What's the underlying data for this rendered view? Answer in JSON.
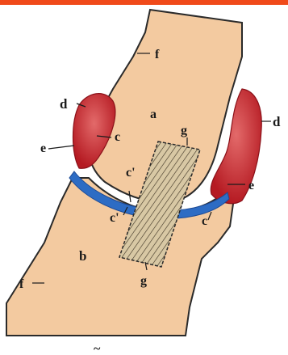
{
  "figure": {
    "accent_color": "#f04a1a",
    "colors": {
      "bone": "#f3caa0",
      "bone_outline": "#2a2a2a",
      "cartilage": "#2d6cc4",
      "synovial": "#c4202a",
      "synovial_light": "#e0606a",
      "graft": "#d6c4a0",
      "graft_hatch": "#3a3020"
    },
    "labels": {
      "a": "a",
      "b": "b",
      "c": "c",
      "c_prime": "c'",
      "d": "d",
      "e": "e",
      "f": "f",
      "g": "g"
    },
    "footer_mark": "~"
  }
}
